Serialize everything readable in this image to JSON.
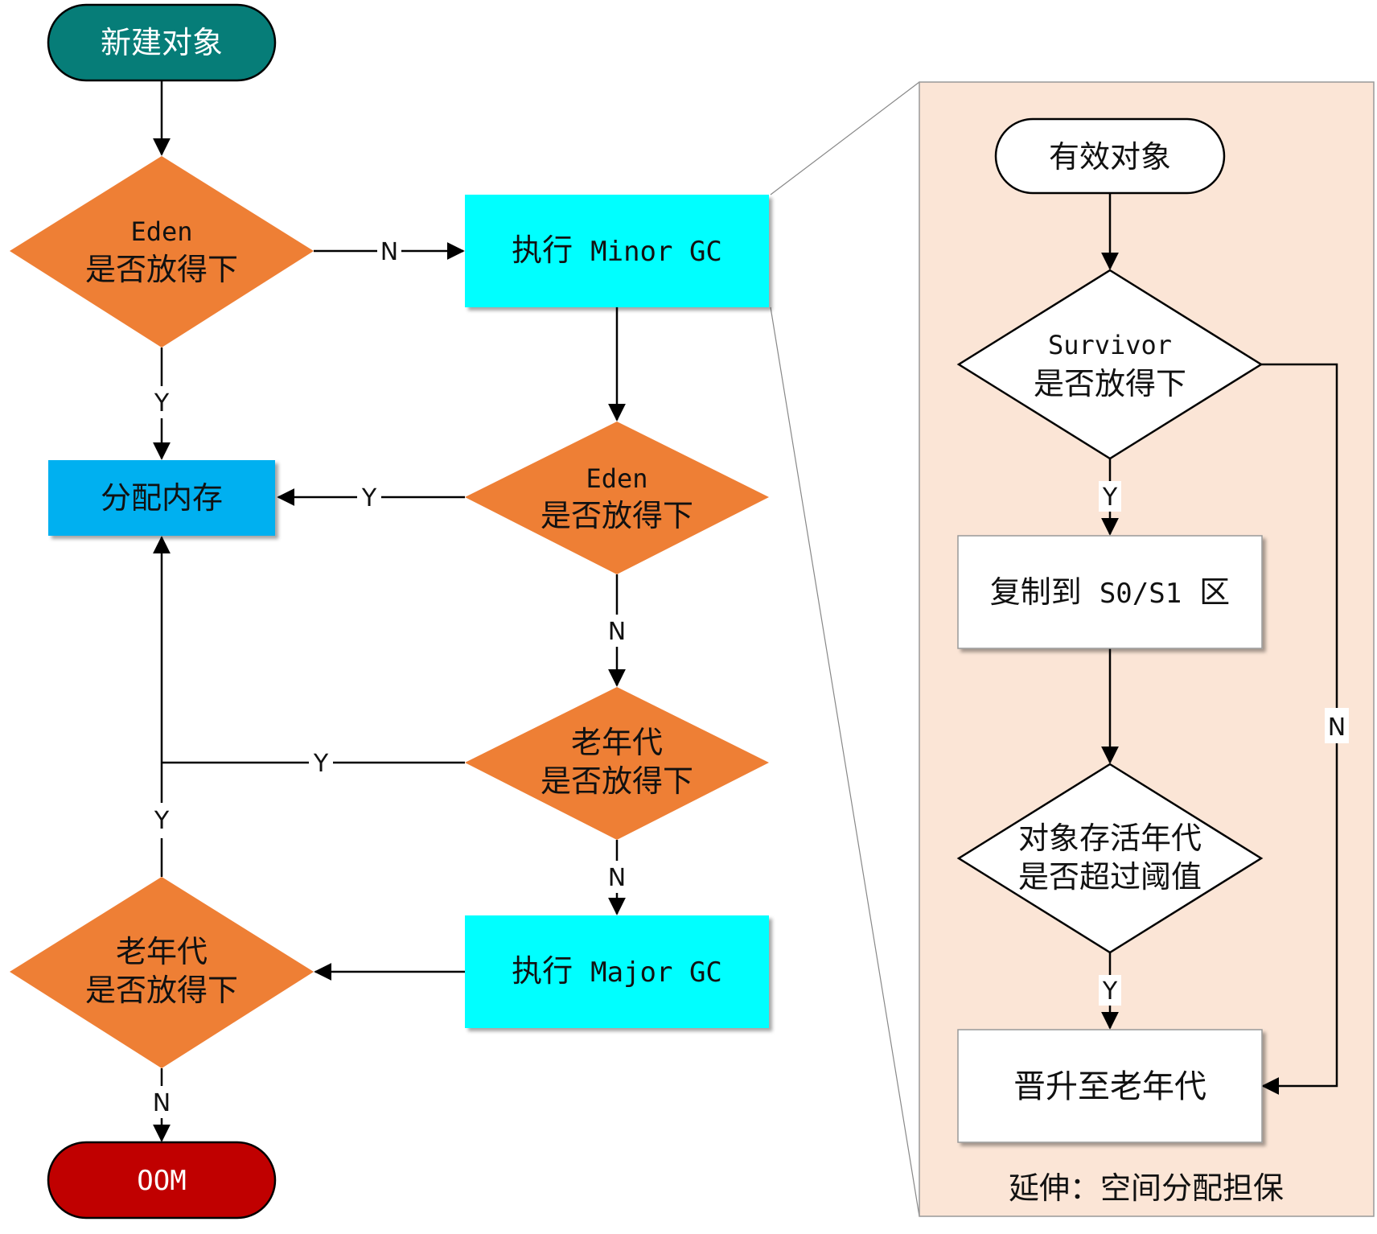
{
  "colors": {
    "terminal_start": "#067D78",
    "terminal_end": "#C00000",
    "decision": "#EE7F35",
    "process_cyan": "#00FFFF",
    "process_blue": "#00B0F0",
    "panel_bg": "#FBE5D6",
    "line": "#000000",
    "white": "#FFFFFF"
  },
  "nodes": {
    "new_object": "新建对象",
    "eden_check_1": {
      "line1": "Eden",
      "line2": "是否放得下"
    },
    "minor_gc": {
      "label": "执行",
      "code": "Minor GC"
    },
    "allocate": "分配内存",
    "eden_check_2": {
      "line1": "Eden",
      "line2": "是否放得下"
    },
    "old_check_1": {
      "line1": "老年代",
      "line2": "是否放得下"
    },
    "major_gc": {
      "label": "执行",
      "code": "Major GC"
    },
    "old_check_2": {
      "line1": "老年代",
      "line2": "是否放得下"
    },
    "oom": "OOM"
  },
  "panel": {
    "caption": "延伸：空间分配担保",
    "valid_object": "有效对象",
    "survivor_check": {
      "line1": "Survivor",
      "line2": "是否放得下"
    },
    "copy_to": {
      "label": "复制到",
      "code": "S0/S1",
      "suffix": "区"
    },
    "age_check": {
      "line1": "对象存活年代",
      "line2": "是否超过阈值"
    },
    "promote": "晋升至老年代"
  },
  "edge_labels": {
    "eden1_no": "N",
    "eden1_yes": "Y",
    "eden2_yes": "Y",
    "eden2_no": "N",
    "old1_yes": "Y",
    "old1_no": "N",
    "old2_yes": "Y",
    "old2_no": "N",
    "survivor_yes": "Y",
    "survivor_no": "N",
    "age_yes": "Y"
  }
}
